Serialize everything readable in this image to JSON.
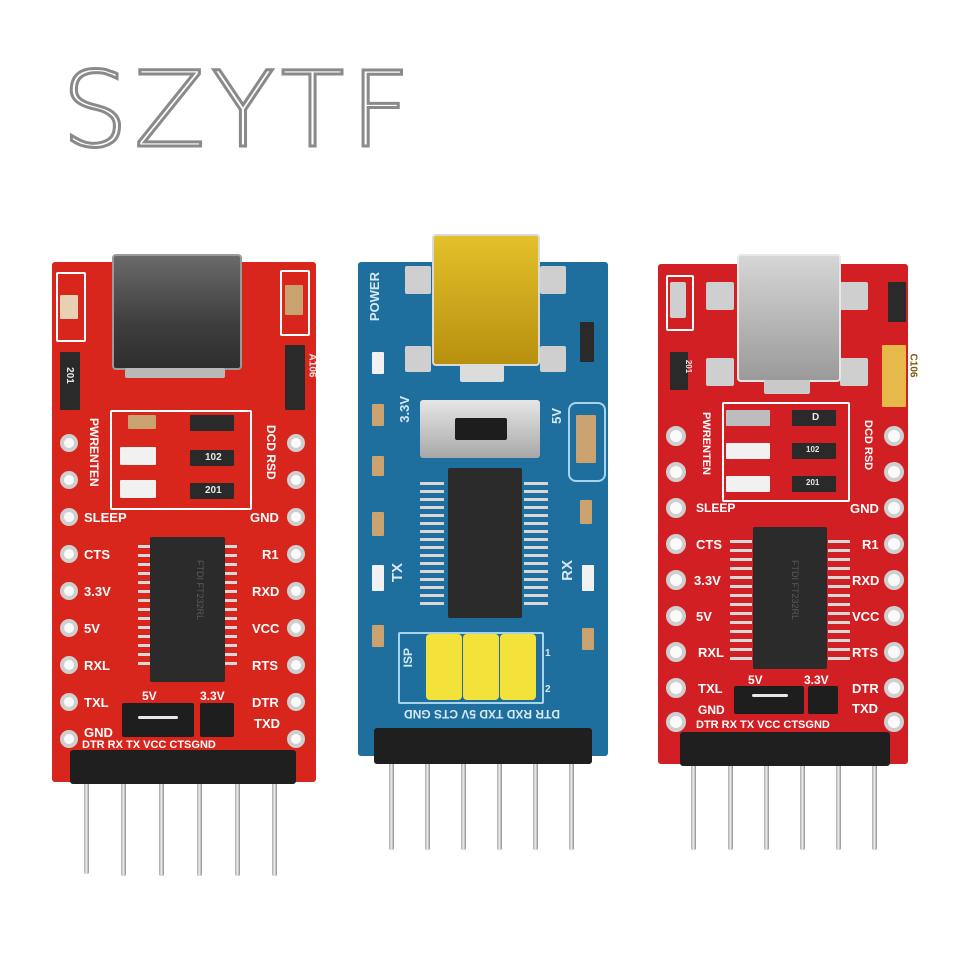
{
  "brand": {
    "text": "SZYTF",
    "stroke_color": "#8a8a8a"
  },
  "boards": [
    {
      "name": "ftdi-type-c-red",
      "color": "#d9261c",
      "connector": "USB Type-C",
      "left_pins": [
        "PWREN",
        "TEN",
        "SLEEP",
        "CTS",
        "3.3V",
        "5V",
        "RXL",
        "TXL",
        "GND"
      ],
      "left_vertical": "PWRENTEN",
      "right_pins": [
        "DCD",
        "RSD",
        "GND",
        "R1",
        "RXD",
        "VCC",
        "RTS",
        "DTR",
        "TXD"
      ],
      "right_vertical": "DCD RSD",
      "jumper_labels": [
        "5V",
        "3.3V"
      ],
      "bottom_labels": "DTR RX TX VCC CTS GND",
      "component_codes": [
        "201",
        "A106",
        "102",
        "201"
      ],
      "chip_marking": "FTDI FT232RL"
    },
    {
      "name": "ftdi-mini-usb-blue",
      "color": "#1f6f9e",
      "connector": "Mini USB",
      "power_label": "POWER",
      "switch_labels": [
        "3.3V",
        "5V"
      ],
      "led_labels": [
        "TX",
        "RX"
      ],
      "isp_label": "ISP",
      "isp_numbers": [
        "1",
        "2"
      ],
      "bottom_labels": [
        "DTR",
        "RXD",
        "TXD",
        "5V",
        "CTS",
        "GND"
      ]
    },
    {
      "name": "ftdi-mini-usb-red",
      "color": "#d21f24",
      "connector": "Mini USB",
      "left_pins": [
        "PWREN",
        "TEN",
        "SLEEP",
        "CTS",
        "3.3V",
        "5V",
        "RXL",
        "TXL",
        "GND"
      ],
      "left_vertical": "PWRENTEN",
      "right_pins": [
        "DCD",
        "RSD",
        "GND",
        "R1",
        "RXD",
        "VCC",
        "RTS",
        "DTR",
        "TXD"
      ],
      "right_vertical": "DCD RSD",
      "jumper_labels": [
        "5V",
        "3.3V"
      ],
      "bottom_labels": "DTR RX TX VCC CTSGND",
      "component_codes": [
        "201",
        "C106",
        "D",
        "102",
        "201"
      ],
      "chip_marking": "FTDI FT232RL"
    }
  ],
  "b1": {
    "pwrenten": "PWRENTEN",
    "dcdrsd": "DCD RSD",
    "l": [
      "SLEEP",
      "CTS",
      "3.3V",
      "5V",
      "RXL",
      "TXL",
      "GND"
    ],
    "r": [
      "GND",
      "R1",
      "RXD",
      "VCC",
      "RTS",
      "DTR",
      "TXD"
    ],
    "j5": "5V",
    "j33": "3.3V",
    "bottom": "DTR RX TX VCC CTSGND",
    "c1": "201",
    "c2": "A106",
    "c3": "102",
    "c4": "201",
    "chip": "FTDI FT232RL"
  },
  "b2": {
    "power": "POWER",
    "s33": "3.3V",
    "s5": "5V",
    "tx": "TX",
    "rx": "RX",
    "isp": "ISP",
    "n1": "1",
    "n2": "2",
    "bottom": "DTR RXD TXD 5V CTS GND"
  },
  "b3": {
    "pwrenten": "PWRENTEN",
    "dcdrsd": "DCD RSD",
    "l": [
      "SLEEP",
      "CTS",
      "3.3V",
      "5V",
      "RXL",
      "TXL",
      "GND"
    ],
    "r": [
      "GND",
      "R1",
      "RXD",
      "VCC",
      "RTS",
      "DTR",
      "TXD"
    ],
    "j5": "5V",
    "j33": "3.3V",
    "bottom": "DTR RX TX VCC CTSGND",
    "c1": "201",
    "c2": "C106",
    "c3": "D",
    "c4": "102",
    "c5": "201",
    "chip": "FTDI FT232RL"
  }
}
